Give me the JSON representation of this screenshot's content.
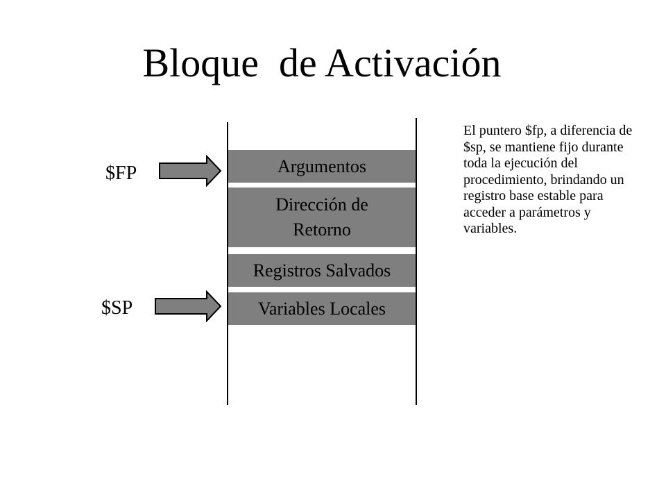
{
  "title": "Bloque  de Activación",
  "stack": {
    "blocks": [
      {
        "label": "Argumentos"
      },
      {
        "label": "Dirección de Retorno"
      },
      {
        "label": "Registros Salvados"
      },
      {
        "label": "Variables Locales"
      }
    ]
  },
  "pointers": {
    "fp_label": "$FP",
    "sp_label": "$SP"
  },
  "note": "El puntero $fp, a diferencia de $sp, se mantiene fijo durante toda la ejecución del procedimiento, brindando un registro base estable para acceder a parámetros y variables.",
  "colors": {
    "block_fill": "#7f7f7f",
    "arrow_fill": "#7f7f7f"
  }
}
